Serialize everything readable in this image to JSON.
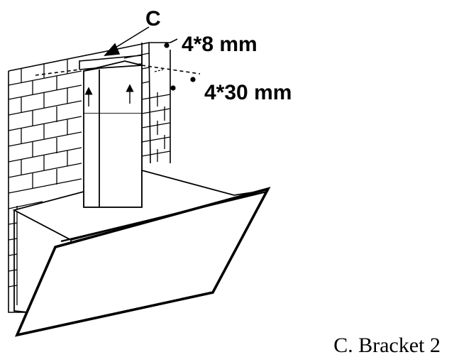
{
  "labels": {
    "part": "C",
    "screw_small": "4*8 mm",
    "screw_large": "4*30 mm"
  },
  "caption": "C. Bracket 2",
  "colors": {
    "line": "#000000",
    "background": "#ffffff"
  }
}
